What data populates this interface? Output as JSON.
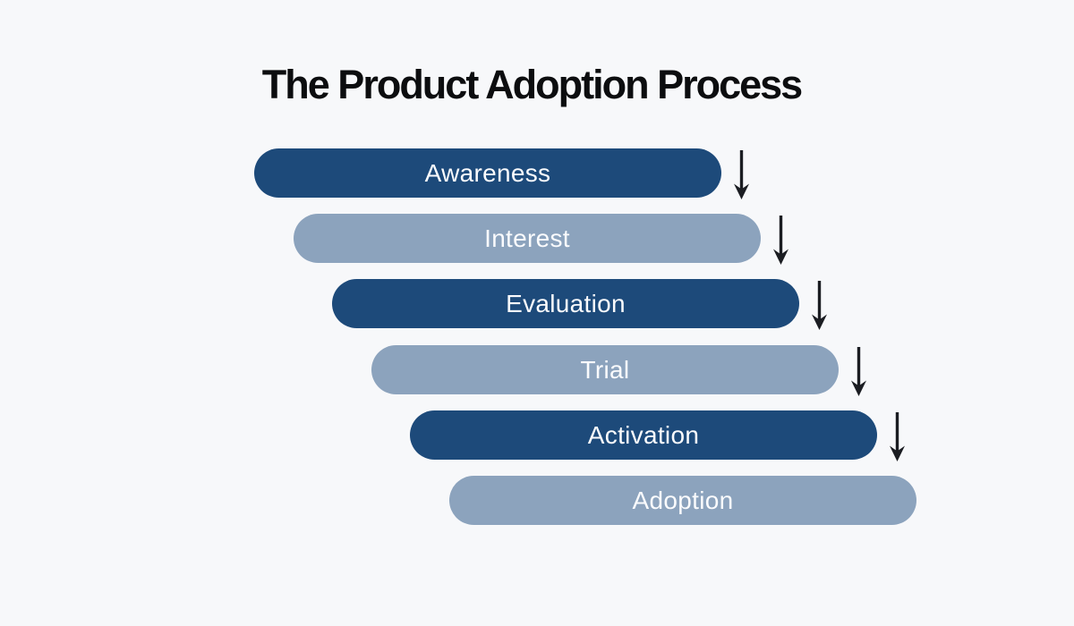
{
  "title": "The Product Adoption Process",
  "colors": {
    "background": "#f7f8fa",
    "title_color": "#0c0d0f",
    "dark": "#1d4a7a",
    "light": "#8ca3bd",
    "label": "#fafbfd",
    "arrow": "#1b1d22"
  },
  "stages": [
    {
      "label": "Awareness",
      "tone": "dark",
      "arrow_after": true
    },
    {
      "label": "Interest",
      "tone": "light",
      "arrow_after": true
    },
    {
      "label": "Evaluation",
      "tone": "dark",
      "arrow_after": true
    },
    {
      "label": "Trial",
      "tone": "light",
      "arrow_after": true
    },
    {
      "label": "Activation",
      "tone": "dark",
      "arrow_after": true
    },
    {
      "label": "Adoption",
      "tone": "light",
      "arrow_after": false
    }
  ]
}
